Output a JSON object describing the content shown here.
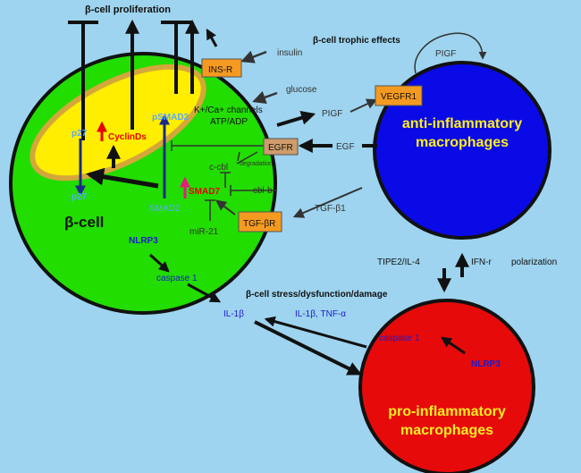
{
  "labels": {
    "beta_cell_proliferation": "β-cell proliferation",
    "insulin": "insulin",
    "beta_cell_trophic_effects": "β-cell trophic effects",
    "pigf_loop": "PIGF",
    "ins_r": "INS-R",
    "glucose": "glucose",
    "k_ca_channels": "K+/Ca+ channels",
    "atp_adp": "ATP/ADP",
    "vegfr1": "VEGFR1",
    "pigf": "PIGF",
    "psmad2": "pSMAD2",
    "p27_top": "p27",
    "cyclinds": "CyclinDs",
    "egfr": "EGFR",
    "degradation": "degradation",
    "egf": "EGF",
    "c_cbl": "c-cbl",
    "cbl_b": "cbl-b",
    "smad7": "SMAD7",
    "p27_bottom": "p27",
    "smad2": "SMAD2",
    "tgfb1": "TGF-β1",
    "tgfbr": "TGF-βR",
    "beta_cell": "β-cell",
    "nlrp3_beta": "NLRP3",
    "mir21": "miR-21",
    "caspase1_beta": "caspase 1",
    "tipe2_il4": "TIPE2/IL-4",
    "ifn_r": "IFN-r",
    "polarization": "polarization",
    "stress": "β-cell stress/dysfunction/damage",
    "il1b": "IL-1β",
    "il1b_tnfa": "IL-1β, TNF-α",
    "caspase1_macro": "caspase 1",
    "nlrp3_macro": "NLRP3",
    "anti_inflammatory_1": "anti-inflammatory",
    "anti_inflammatory_2": "macrophages",
    "pro_inflammatory_1": "pro-inflammatory",
    "pro_inflammatory_2": "macrophages"
  },
  "colors": {
    "background": "#9ed4ef",
    "beta_cell_fill": "#22dd00",
    "nucleus_fill": "#ffee00",
    "nucleus_border": "#d4a73a",
    "anti_macrophage_fill": "#0a0ae6",
    "pro_macrophage_fill": "#e60a0a",
    "receptor_fill": "#f59a20",
    "egfr_fill": "#cf9c6b",
    "macrophage_text": "#ffee22",
    "smad_text": "#5aa9ff",
    "red_text": "#e80000",
    "blue_text": "#1c1ccc"
  }
}
